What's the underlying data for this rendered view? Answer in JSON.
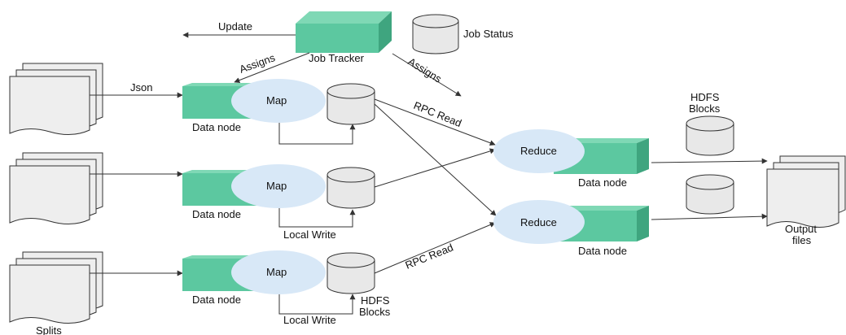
{
  "colors": {
    "node_front": "#5cc8a0",
    "node_top": "#7fd8b5",
    "node_side": "#3fa57f",
    "ellipse": "#d8e8f7",
    "cylinder": "#e8e8e8",
    "doc": "#eeeeee",
    "stroke": "#333333"
  },
  "labels": {
    "job_tracker": "Job Tracker",
    "job_status": "Job Status",
    "update": "Update",
    "assigns_left": "Assigns",
    "assigns_right": "Assigns",
    "json": "Json",
    "map1": "Map",
    "map2": "Map",
    "map3": "Map",
    "data_node_1": "Data node",
    "data_node_2": "Data node",
    "data_node_3": "Data node",
    "local_write_1": "Local Write",
    "local_write_2": "Local Write",
    "hdfs_blocks_bottom_1": "HDFS",
    "hdfs_blocks_bottom_2": "Blocks",
    "rpc_read_top": "RPC Read",
    "rpc_read_bottom": "RPC Read",
    "reduce1": "Reduce",
    "reduce2": "Reduce",
    "data_node_reduce_1": "Data node",
    "data_node_reduce_2": "Data node",
    "hdfs_blocks_right_1": "HDFS",
    "hdfs_blocks_right_2": "Blocks",
    "output_files_1": "Output",
    "output_files_2": "files",
    "splits": "Splits"
  }
}
